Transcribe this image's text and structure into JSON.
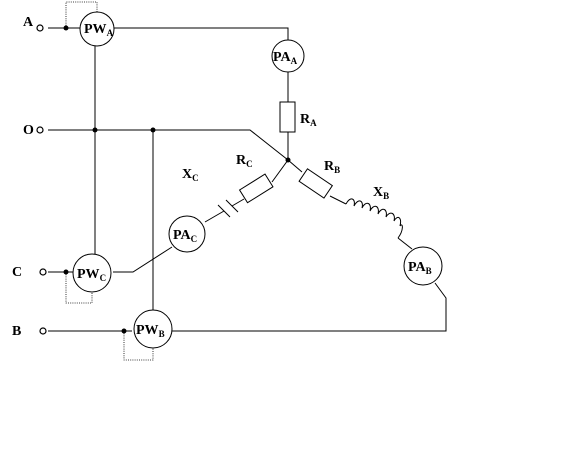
{
  "terminals": {
    "A": {
      "label": "A",
      "symbol": "o"
    },
    "O": {
      "label": "O",
      "symbol": "o"
    },
    "C": {
      "label": "C",
      "symbol": "o"
    },
    "B": {
      "label": "B",
      "symbol": "o"
    }
  },
  "wattmeters": {
    "A": {
      "main": "PW",
      "sub": "A"
    },
    "C": {
      "main": "PW",
      "sub": "C"
    },
    "B": {
      "main": "PW",
      "sub": "B"
    }
  },
  "ammeters": {
    "A": {
      "main": "PA",
      "sub": "A"
    },
    "B": {
      "main": "PA",
      "sub": "B"
    },
    "C": {
      "main": "PA",
      "sub": "C"
    }
  },
  "components": {
    "RA": {
      "main": "R",
      "sub": "A"
    },
    "RB": {
      "main": "R",
      "sub": "B"
    },
    "RC": {
      "main": "R",
      "sub": "C"
    },
    "XB": {
      "main": "X",
      "sub": "B"
    },
    "XC": {
      "main": "X",
      "sub": "C"
    }
  }
}
